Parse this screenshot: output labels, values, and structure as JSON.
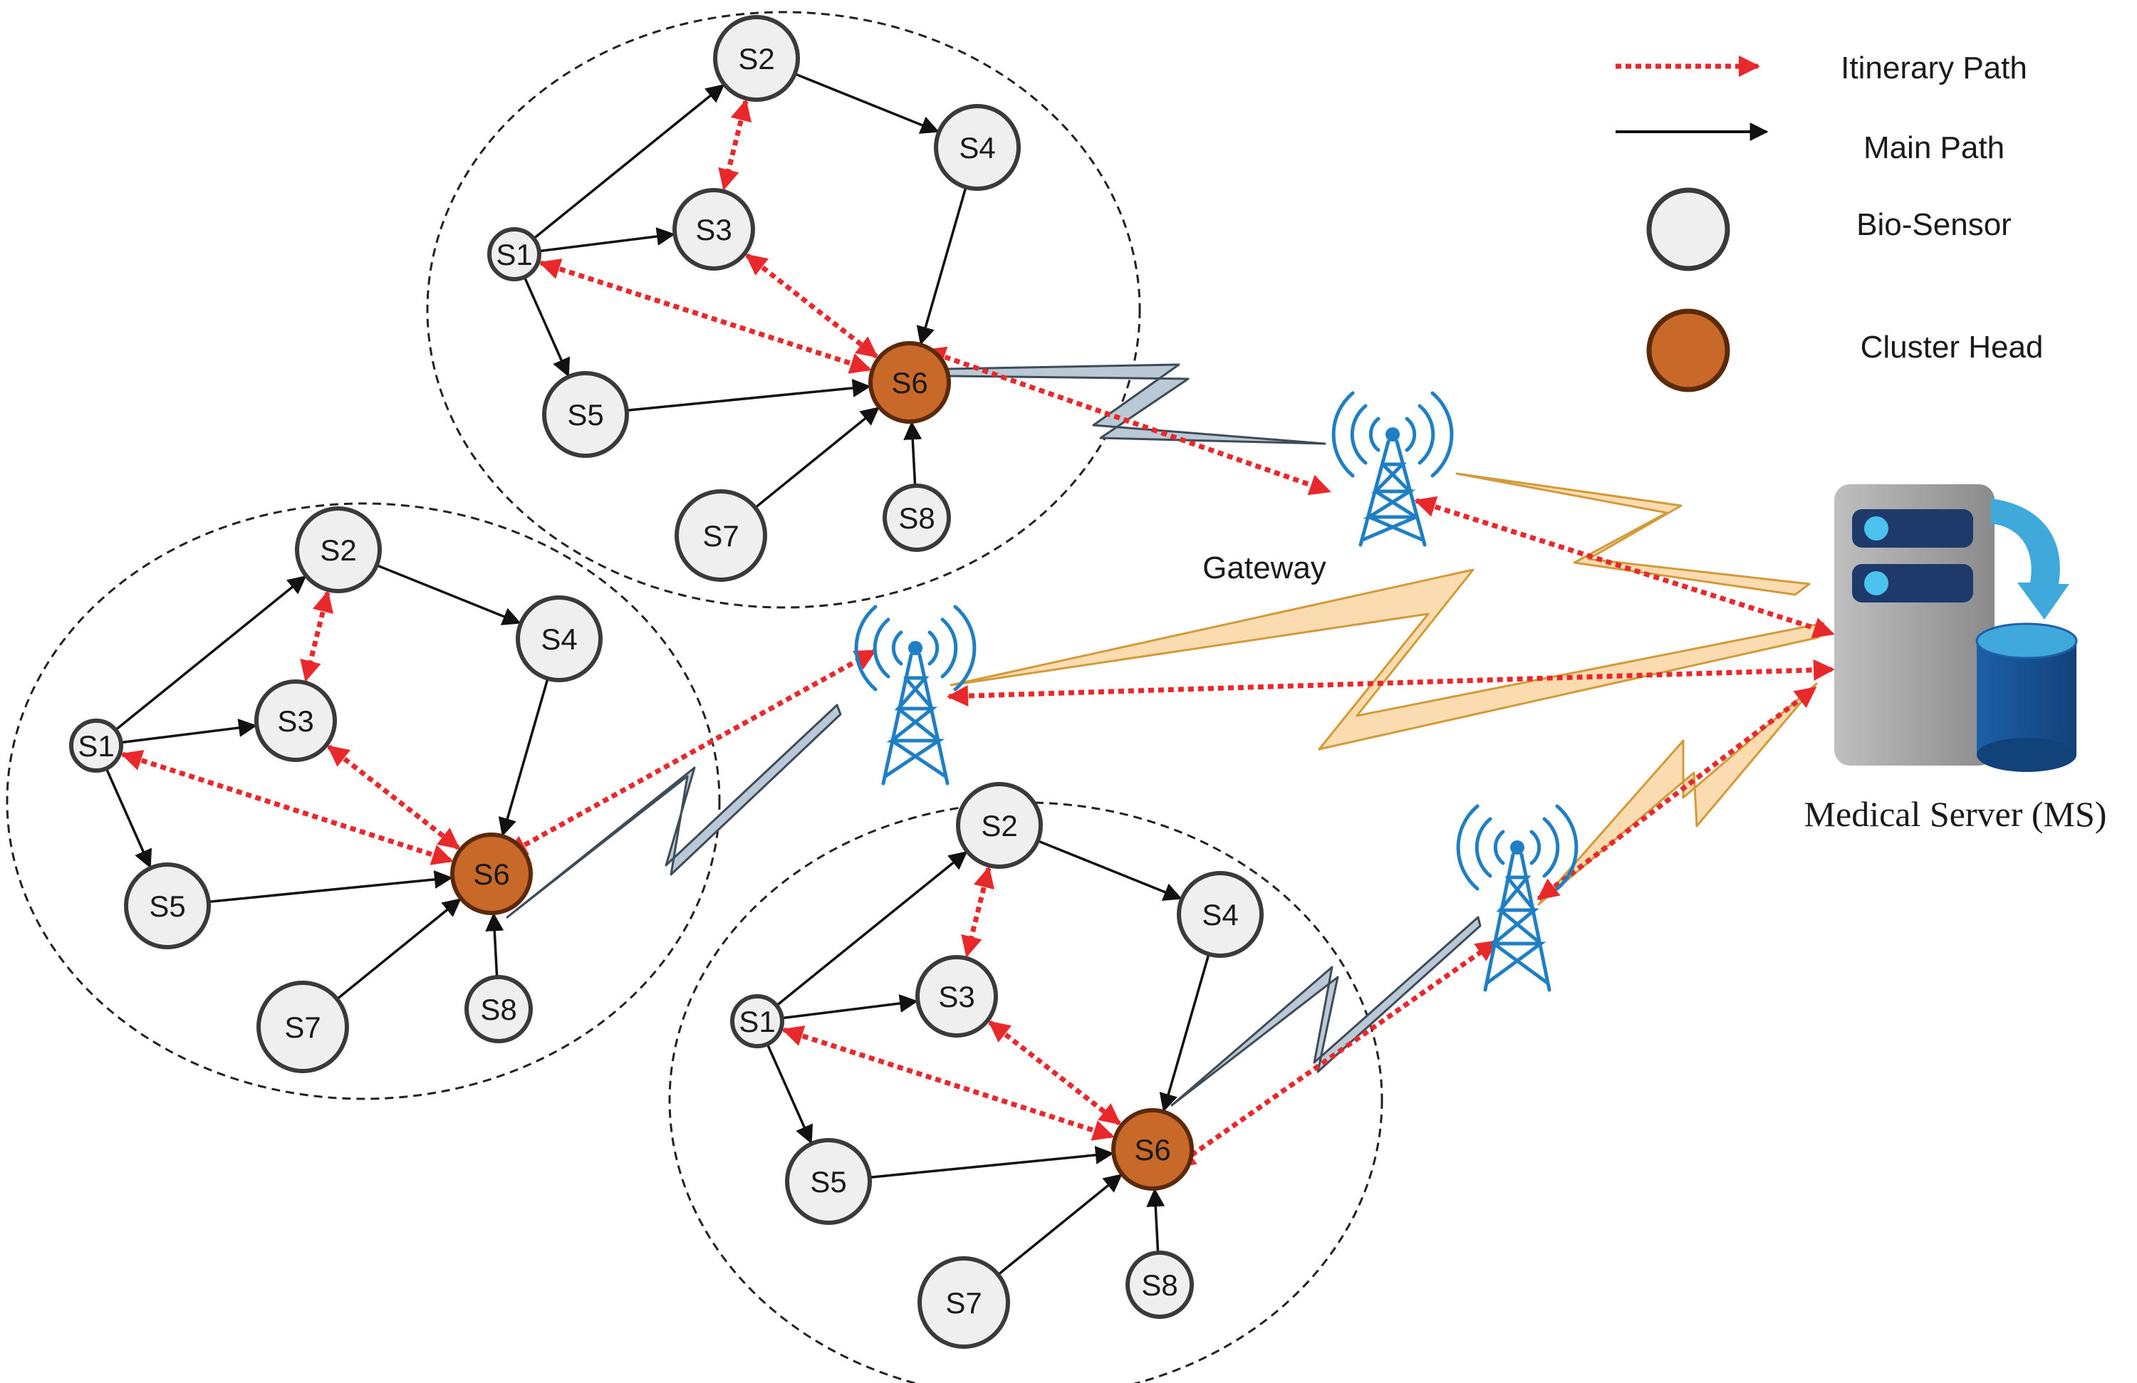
{
  "legend": {
    "itinerary_path": "Itinerary Path",
    "main_path": "Main Path",
    "bio_sensor": "Bio-Sensor",
    "cluster_head": "Cluster Head"
  },
  "gateway_label": "Gateway",
  "server_label": "Medical Server (MS)",
  "colors": {
    "sensor_fill": "#efefef",
    "sensor_stroke": "#3a3a3a",
    "cluster_head_fill": "#c8692a",
    "cluster_head_stroke": "#5a2a0a",
    "itinerary": "#e8282a",
    "main": "#111111",
    "tower": "#1f7fc4",
    "wireless_short": "#b9c9d6",
    "wireless_long": "#fbdcb0"
  },
  "icons": {
    "tower": "antenna-tower-icon",
    "server": "server-icon",
    "database": "database-icon"
  },
  "clusters": [
    {
      "name": "cluster-top",
      "nodes": [
        {
          "id": "s1",
          "label": "S1"
        },
        {
          "id": "s2",
          "label": "S2"
        },
        {
          "id": "s3",
          "label": "S3"
        },
        {
          "id": "s4",
          "label": "S4"
        },
        {
          "id": "s5",
          "label": "S5"
        },
        {
          "id": "s6",
          "label": "S6",
          "head": true
        },
        {
          "id": "s7",
          "label": "S7"
        },
        {
          "id": "s8",
          "label": "S8"
        }
      ]
    },
    {
      "name": "cluster-left",
      "nodes": [
        {
          "id": "s1",
          "label": "S1"
        },
        {
          "id": "s2",
          "label": "S2"
        },
        {
          "id": "s3",
          "label": "S3"
        },
        {
          "id": "s4",
          "label": "S4"
        },
        {
          "id": "s5",
          "label": "S5"
        },
        {
          "id": "s6",
          "label": "S6",
          "head": true
        },
        {
          "id": "s7",
          "label": "S7"
        },
        {
          "id": "s8",
          "label": "S8"
        }
      ]
    },
    {
      "name": "cluster-bottom",
      "nodes": [
        {
          "id": "s1",
          "label": "S1"
        },
        {
          "id": "s2",
          "label": "S2"
        },
        {
          "id": "s3",
          "label": "S3"
        },
        {
          "id": "s4",
          "label": "S4"
        },
        {
          "id": "s5",
          "label": "S5"
        },
        {
          "id": "s6",
          "label": "S6",
          "head": true
        },
        {
          "id": "s7",
          "label": "S7"
        },
        {
          "id": "s8",
          "label": "S8"
        }
      ]
    }
  ],
  "main_edges": [
    [
      "s1",
      "s2"
    ],
    [
      "s1",
      "s3"
    ],
    [
      "s1",
      "s5"
    ],
    [
      "s2",
      "s4"
    ],
    [
      "s4",
      "s6"
    ],
    [
      "s5",
      "s6"
    ],
    [
      "s7",
      "s6"
    ],
    [
      "s8",
      "s6"
    ]
  ],
  "itinerary_edges": [
    [
      "s2",
      "s3"
    ],
    [
      "s3",
      "s6"
    ],
    [
      "s1",
      "s6"
    ]
  ]
}
